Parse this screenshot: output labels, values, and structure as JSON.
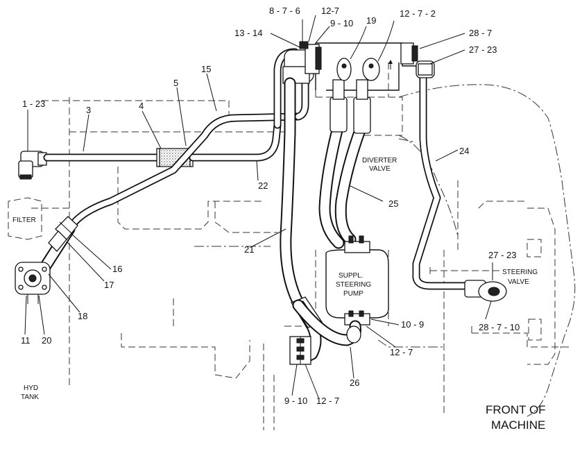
{
  "callouts": {
    "c_8_7_6": "8 - 7 - 6",
    "c_12_7_top": "12-7",
    "c_9_10_top": "9 - 10",
    "c_13_14": "13 - 14",
    "c_19": "19",
    "c_12_7_2": "12 - 7 - 2",
    "c_28_7": "28 - 7",
    "c_27_23_top": "27 - 23",
    "c_15": "15",
    "c_5": "5",
    "c_1_23": "1 - 23",
    "c_3": "3",
    "c_4": "4",
    "c_24": "24",
    "c_22": "22",
    "c_25": "25",
    "c_21": "21",
    "c_16": "16",
    "c_17": "17",
    "c_18": "18",
    "c_11": "11",
    "c_20": "20",
    "c_27_23_right": "27 - 23",
    "c_10_9": "10 - 9",
    "c_28_7_10": "28 - 7 - 10",
    "c_12_7_mid": "12 - 7",
    "c_26": "26",
    "c_9_10_bottom": "9 - 10",
    "c_12_7_bottom": "12 - 7"
  },
  "component_labels": {
    "filter": "FILTER",
    "diverter_valve_1": "DIVERTER",
    "diverter_valve_2": "VALVE",
    "pump_1": "SUPPL.",
    "pump_2": "STEERING",
    "pump_3": "PUMP",
    "steering_valve_1": "STEERING",
    "steering_valve_2": "VALVE",
    "hyd_tank_1": "HYD",
    "hyd_tank_2": "TANK",
    "front_1": "FRONT  OF",
    "front_2": "MACHINE"
  }
}
